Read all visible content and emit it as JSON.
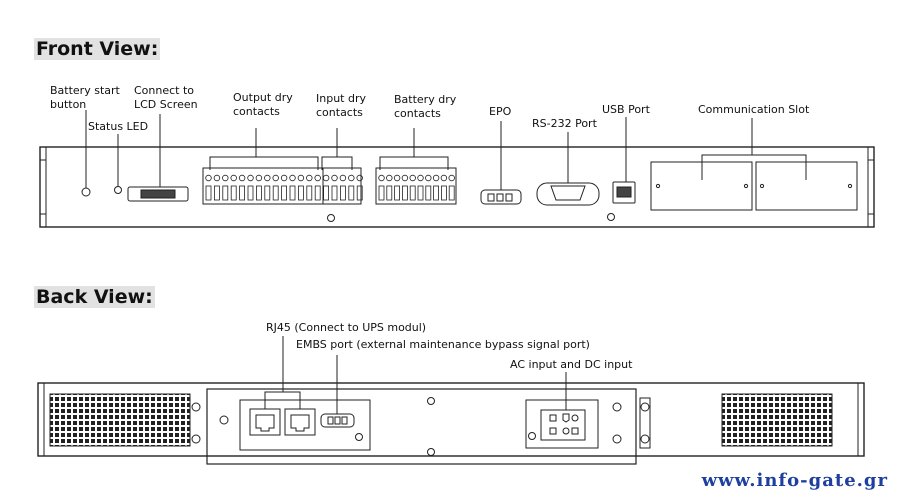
{
  "front_view": {
    "heading": "Front View:",
    "labels": {
      "battery_start": "Battery start\nbutton",
      "connect_lcd": "Connect to\nLCD Screen",
      "status_led": "Status LED",
      "output_dry": "Output dry\ncontacts",
      "input_dry": "Input dry\ncontacts",
      "battery_dry": "Battery dry\ncontacts",
      "epo": "EPO",
      "rs232": "RS-232 Port",
      "usb": "USB Port",
      "comm_slot": "Communication Slot"
    }
  },
  "back_view": {
    "heading": "Back View:",
    "labels": {
      "rj45": "RJ45 (Connect to UPS modul)",
      "embs": "EMBS port (external maintenance bypass signal port)",
      "ac_dc": "AC input and DC input"
    }
  },
  "watermark": "www.info-gate.gr"
}
